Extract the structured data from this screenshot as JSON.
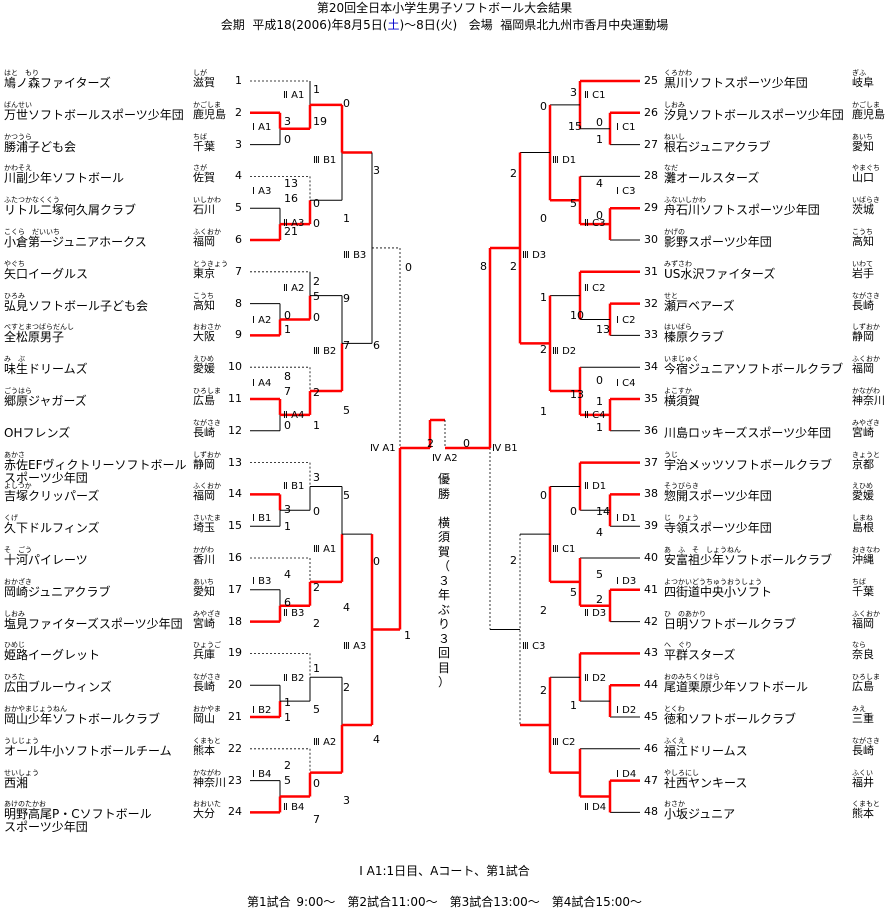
{
  "header": {
    "title": "第20回全日本小学生男子ソフトボール大会結果",
    "period_label": "会期",
    "period_pre": "平成18(2006)年8月5日(",
    "period_day": "土",
    "period_post": ")～8日(火)",
    "venue_label": "会場",
    "venue": "福岡県北九州市香月中央運動場"
  },
  "left_teams": [
    {
      "no": "1",
      "ruby": "はと　もり",
      "name": "鳩ノ森ファイターズ",
      "pref_ruby": "しが",
      "pref": "滋賀"
    },
    {
      "no": "2",
      "ruby": "ばんせい",
      "name": "万世ソフトボールスポーツ少年団",
      "pref_ruby": "かごしま",
      "pref": "鹿児島"
    },
    {
      "no": "3",
      "ruby": "かつうら",
      "name": "勝浦子ども会",
      "pref_ruby": "ちば",
      "pref": "千葉"
    },
    {
      "no": "4",
      "ruby": "かわそえ",
      "name": "川副少年ソフトボール",
      "pref_ruby": "さが",
      "pref": "佐賀"
    },
    {
      "no": "5",
      "ruby": "ふたつかなくくう",
      "name": "リトル二塚何久屑クラブ",
      "pref_ruby": "いしかわ",
      "pref": "石川"
    },
    {
      "no": "6",
      "ruby": "こくら　だいいち",
      "name": "小倉第一ジュニアホークス",
      "pref_ruby": "ふくおか",
      "pref": "福岡"
    },
    {
      "no": "7",
      "ruby": "やぐち",
      "name": "矢口イーグルス",
      "pref_ruby": "とうきょう",
      "pref": "東京"
    },
    {
      "no": "8",
      "ruby": "ひろみ",
      "name": "弘見ソフトボール子ども会",
      "pref_ruby": "こうち",
      "pref": "高知"
    },
    {
      "no": "9",
      "ruby": "べすとまつばらだんし",
      "name": "全松原男子",
      "pref_ruby": "おおさか",
      "pref": "大阪"
    },
    {
      "no": "10",
      "ruby": "み　ぶ",
      "name": "味生ドリームズ",
      "pref_ruby": "えひめ",
      "pref": "愛媛"
    },
    {
      "no": "11",
      "ruby": "ごうはら",
      "name": "郷原ジャガーズ",
      "pref_ruby": "ひろしま",
      "pref": "広島"
    },
    {
      "no": "12",
      "ruby": "",
      "name": "OHフレンズ",
      "pref_ruby": "ながさき",
      "pref": "長崎"
    },
    {
      "no": "13",
      "ruby": "あかさ",
      "name": "赤佐EFヴィクトリーソフトボール",
      "name2": "スポーツ少年団",
      "pref_ruby": "しずおか",
      "pref": "静岡"
    },
    {
      "no": "14",
      "ruby": "よしつか",
      "name": "吉塚クリッパーズ",
      "pref_ruby": "ふくおか",
      "pref": "福岡"
    },
    {
      "no": "15",
      "ruby": "くげ",
      "name": "久下ドルフィンズ",
      "pref_ruby": "さいたま",
      "pref": "埼玉"
    },
    {
      "no": "16",
      "ruby": "そ　ごう",
      "name": "十河パイレーツ",
      "pref_ruby": "かがわ",
      "pref": "香川"
    },
    {
      "no": "17",
      "ruby": "おかざき",
      "name": "岡崎ジュニアクラブ",
      "pref_ruby": "あいち",
      "pref": "愛知"
    },
    {
      "no": "18",
      "ruby": "しおみ",
      "name": "塩見ファイターズスポーツ少年団",
      "pref_ruby": "みやざき",
      "pref": "宮崎"
    },
    {
      "no": "19",
      "ruby": "ひめじ",
      "name": "姫路イーグレット",
      "pref_ruby": "ひょうご",
      "pref": "兵庫"
    },
    {
      "no": "20",
      "ruby": "ひろた",
      "name": "広田ブルーウィンズ",
      "pref_ruby": "ながさき",
      "pref": "長崎"
    },
    {
      "no": "21",
      "ruby": "おかやまじょうねん",
      "name": "岡山少年ソフトボールクラブ",
      "pref_ruby": "おかやま",
      "pref": "岡山"
    },
    {
      "no": "22",
      "ruby": "うしじょう",
      "name": "オール牛小ソフトボールチーム",
      "pref_ruby": "くまもと",
      "pref": "熊本"
    },
    {
      "no": "23",
      "ruby": "せいしょう",
      "name": "西湘",
      "pref_ruby": "かながわ",
      "pref": "神奈川"
    },
    {
      "no": "24",
      "ruby": "あけのたかお",
      "name": "明野高尾P・Cソフトボール",
      "name2": "スポーツ少年団",
      "pref_ruby": "おおいた",
      "pref": "大分"
    }
  ],
  "right_teams": [
    {
      "no": "25",
      "ruby": "くろかわ",
      "name": "黒川ソフトスポーツ少年団",
      "pref_ruby": "ぎふ",
      "pref": "岐阜"
    },
    {
      "no": "26",
      "ruby": "しおみ",
      "name": "汐見ソフトボールスポーツ少年団",
      "pref_ruby": "かごしま",
      "pref": "鹿児島"
    },
    {
      "no": "27",
      "ruby": "ねいし",
      "name": "根石ジュニアクラブ",
      "pref_ruby": "あいち",
      "pref": "愛知"
    },
    {
      "no": "28",
      "ruby": "なだ",
      "name": "灘オールスターズ",
      "pref_ruby": "やまぐち",
      "pref": "山口"
    },
    {
      "no": "29",
      "ruby": "ふないしかわ",
      "name": "舟石川ソフトスポーツ少年団",
      "pref_ruby": "いばらき",
      "pref": "茨城"
    },
    {
      "no": "30",
      "ruby": "かげの",
      "name": "影野スポーツ少年団",
      "pref_ruby": "こうち",
      "pref": "高知"
    },
    {
      "no": "31",
      "ruby": "みずさわ",
      "name": "US水沢ファイターズ",
      "pref_ruby": "いわて",
      "pref": "岩手"
    },
    {
      "no": "32",
      "ruby": "せと",
      "name": "瀬戸ベアーズ",
      "pref_ruby": "ながさき",
      "pref": "長崎"
    },
    {
      "no": "33",
      "ruby": "はいばら",
      "name": "榛原クラブ",
      "pref_ruby": "しずおか",
      "pref": "静岡"
    },
    {
      "no": "34",
      "ruby": "いまじゅく",
      "name": "今宿ジュニアソフトボールクラブ",
      "pref_ruby": "ふくおか",
      "pref": "福岡"
    },
    {
      "no": "35",
      "ruby": "よこすか",
      "name": "横須賀",
      "pref_ruby": "かながわ",
      "pref": "神奈川"
    },
    {
      "no": "36",
      "ruby": "",
      "name": "川島ロッキーズスポーツ少年団",
      "pref_ruby": "みやざき",
      "pref": "宮崎"
    },
    {
      "no": "37",
      "ruby": "うじ",
      "name": "宇治メッツソフトボールクラブ",
      "pref_ruby": "きょうと",
      "pref": "京都"
    },
    {
      "no": "38",
      "ruby": "そうびらき",
      "name": "惣開スポーツ少年団",
      "pref_ruby": "えひめ",
      "pref": "愛媛"
    },
    {
      "no": "39",
      "ruby": "じ　りょう",
      "name": "寺領スポーツ少年団",
      "pref_ruby": "しまね",
      "pref": "島根"
    },
    {
      "no": "40",
      "ruby": "あ　ふ　そ　しょうねん",
      "name": "安富祖少年ソフトボールクラブ",
      "pref_ruby": "おきなわ",
      "pref": "沖縄"
    },
    {
      "no": "41",
      "ruby": "よつかいどうちゅうおうしょう",
      "name": "四街道中央小ソフト",
      "pref_ruby": "ちば",
      "pref": "千葉"
    },
    {
      "no": "42",
      "ruby": "ひ　のあかり",
      "name": "日明ソフトボールクラブ",
      "pref_ruby": "ふくおか",
      "pref": "福岡"
    },
    {
      "no": "43",
      "ruby": "へ　ぐり",
      "name": "平群スターズ",
      "pref_ruby": "なら",
      "pref": "奈良"
    },
    {
      "no": "44",
      "ruby": "おのみちくりはら",
      "name": "尾道栗原少年ソフトボール",
      "pref_ruby": "ひろしま",
      "pref": "広島"
    },
    {
      "no": "45",
      "ruby": "とくわ",
      "name": "徳和ソフトボールクラブ",
      "pref_ruby": "みえ",
      "pref": "三重"
    },
    {
      "no": "46",
      "ruby": "ふくえ",
      "name": "福江ドリームス",
      "pref_ruby": "ながさき",
      "pref": "長崎"
    },
    {
      "no": "47",
      "ruby": "やしろにし",
      "name": "社西ヤンキース",
      "pref_ruby": "ふくい",
      "pref": "福井"
    },
    {
      "no": "48",
      "ruby": "おさか",
      "name": "小坂ジュニア",
      "pref_ruby": "くまもと",
      "pref": "熊本"
    }
  ],
  "match_labels": [
    {
      "text": "Ⅱ A1"
    },
    {
      "text": "Ⅰ A1"
    },
    {
      "text": "Ⅲ B1"
    },
    {
      "text": "Ⅱ A3"
    },
    {
      "text": "Ⅰ A3"
    },
    {
      "text": "Ⅲ B3"
    },
    {
      "text": "Ⅱ A2"
    },
    {
      "text": "Ⅰ A2"
    },
    {
      "text": "Ⅲ B2"
    },
    {
      "text": "Ⅰ A4"
    },
    {
      "text": "Ⅱ A4"
    },
    {
      "text": "Ⅳ A1"
    },
    {
      "text": "Ⅱ B1"
    },
    {
      "text": "Ⅰ B1"
    },
    {
      "text": "Ⅲ A1"
    },
    {
      "text": "Ⅰ B3"
    },
    {
      "text": "Ⅱ B3"
    },
    {
      "text": "Ⅲ A3"
    },
    {
      "text": "Ⅱ B2"
    },
    {
      "text": "Ⅰ B2"
    },
    {
      "text": "Ⅲ A2"
    },
    {
      "text": "Ⅰ B4"
    },
    {
      "text": "Ⅱ B4"
    },
    {
      "text": "Ⅱ C1"
    },
    {
      "text": "Ⅰ C1"
    },
    {
      "text": "Ⅲ D1"
    },
    {
      "text": "Ⅰ C3"
    },
    {
      "text": "Ⅱ C3"
    },
    {
      "text": "Ⅲ D3"
    },
    {
      "text": "Ⅱ C2"
    },
    {
      "text": "Ⅰ C2"
    },
    {
      "text": "Ⅲ D2"
    },
    {
      "text": "Ⅰ C4"
    },
    {
      "text": "Ⅱ C4"
    },
    {
      "text": "Ⅳ B1"
    },
    {
      "text": "Ⅱ D1"
    },
    {
      "text": "Ⅰ D1"
    },
    {
      "text": "Ⅲ C1"
    },
    {
      "text": "Ⅰ D3"
    },
    {
      "text": "Ⅱ D3"
    },
    {
      "text": "Ⅲ C3"
    },
    {
      "text": "Ⅱ D2"
    },
    {
      "text": "Ⅰ D2"
    },
    {
      "text": "Ⅲ C2"
    },
    {
      "text": "Ⅰ D4"
    },
    {
      "text": "Ⅱ D4"
    },
    {
      "text": "Ⅳ A2"
    }
  ],
  "scores": [
    "1",
    "3",
    "19",
    "0",
    "0",
    "13",
    "16",
    "0",
    "21",
    "1",
    "3",
    "0",
    "0",
    "2",
    "5",
    "0",
    "9",
    "1",
    "0",
    "7",
    "6",
    "8",
    "7",
    "2",
    "0",
    "1",
    "5",
    "3",
    "3",
    "5",
    "0",
    "1",
    "0",
    "1",
    "4",
    "2",
    "6",
    "4",
    "2",
    "1",
    "1",
    "2",
    "5",
    "1",
    "4",
    "2",
    "5",
    "0",
    "7",
    "3",
    "2",
    "0",
    "3",
    "0",
    "15",
    "0",
    "1",
    "2",
    "0",
    "4",
    "5",
    "0",
    "2",
    "8",
    "1",
    "10",
    "13",
    "2",
    "1",
    "13",
    "0",
    "1",
    "1",
    "0",
    "0",
    "14",
    "4",
    "2",
    "5",
    "2",
    "5",
    "2",
    "2",
    "1"
  ],
  "champion": {
    "label_chars": [
      "優",
      "勝"
    ],
    "team_chars": [
      "横",
      "須",
      "賀",
      "（",
      "３",
      "年",
      "ぶ",
      "り",
      "３",
      "回",
      "目",
      "）"
    ]
  },
  "footer": {
    "note": "Ⅰ A1:1日目、Aコート、第1試合",
    "schedule": "第1試合 9:00～　第2試合11:00～　第3試合13:00～　第4試合15:00～"
  },
  "colors": {
    "winner_line": "#ff0000",
    "loser_line": "#000000",
    "dash_line": "#000000"
  }
}
